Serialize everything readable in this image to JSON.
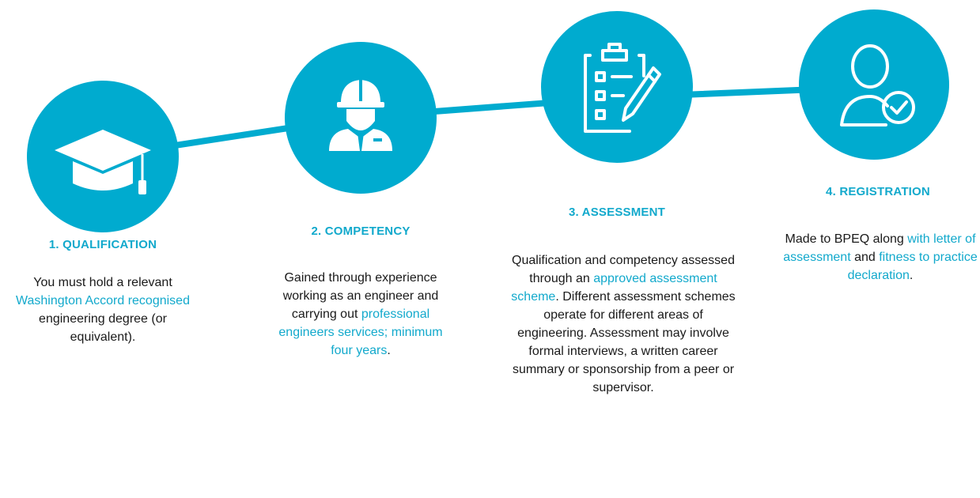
{
  "steps": [
    {
      "title": "1. QUALIFICATION",
      "icon": "graduation-cap-icon",
      "desc": [
        {
          "t": "You must hold a relevant ",
          "hl": false
        },
        {
          "t": "Washington Accord recognised",
          "hl": true
        },
        {
          "t": " engineering degree (or equivalent).",
          "hl": false
        }
      ]
    },
    {
      "title": "2. COMPETENCY",
      "icon": "engineer-hardhat-icon",
      "desc": [
        {
          "t": "Gained through experience working as an engineer and carrying out ",
          "hl": false
        },
        {
          "t": "professional engineers services; minimum four years",
          "hl": true
        },
        {
          "t": ".",
          "hl": false
        }
      ]
    },
    {
      "title": "3. ASSESSMENT",
      "icon": "clipboard-checklist-icon",
      "desc": [
        {
          "t": "Qualification and competency assessed through an ",
          "hl": false
        },
        {
          "t": "approved assessment scheme",
          "hl": true
        },
        {
          "t": ". Different assessment schemes operate for different areas of engineering. Assessment may involve formal interviews, a written career summary or sponsorship from a peer or supervisor.",
          "hl": false
        }
      ]
    },
    {
      "title": "4. REGISTRATION",
      "icon": "user-check-icon",
      "desc": [
        {
          "t": "Made to BPEQ along ",
          "hl": false
        },
        {
          "t": "with letter of assessment",
          "hl": true
        },
        {
          "t": " and ",
          "hl": false
        },
        {
          "t": "fitness to practice declaration",
          "hl": true
        },
        {
          "t": ".",
          "hl": false
        }
      ]
    }
  ],
  "colors": {
    "accent": "#00abcf",
    "text": "#1a1a1a",
    "link": "#12a9cc"
  }
}
